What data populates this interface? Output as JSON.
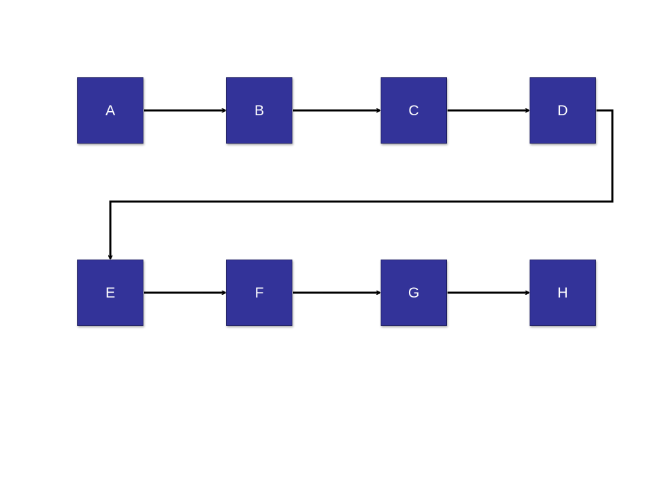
{
  "diagram": {
    "nodes": [
      {
        "id": "A",
        "label": "A"
      },
      {
        "id": "B",
        "label": "B"
      },
      {
        "id": "C",
        "label": "C"
      },
      {
        "id": "D",
        "label": "D"
      },
      {
        "id": "E",
        "label": "E"
      },
      {
        "id": "F",
        "label": "F"
      },
      {
        "id": "G",
        "label": "G"
      },
      {
        "id": "H",
        "label": "H"
      }
    ],
    "edges": [
      {
        "from": "A",
        "to": "B"
      },
      {
        "from": "B",
        "to": "C"
      },
      {
        "from": "C",
        "to": "D"
      },
      {
        "from": "D",
        "to": "E"
      },
      {
        "from": "E",
        "to": "F"
      },
      {
        "from": "F",
        "to": "G"
      },
      {
        "from": "G",
        "to": "H"
      }
    ],
    "colors": {
      "node_fill": "#333399",
      "node_text": "#ffffff",
      "arrow": "#000000"
    }
  }
}
